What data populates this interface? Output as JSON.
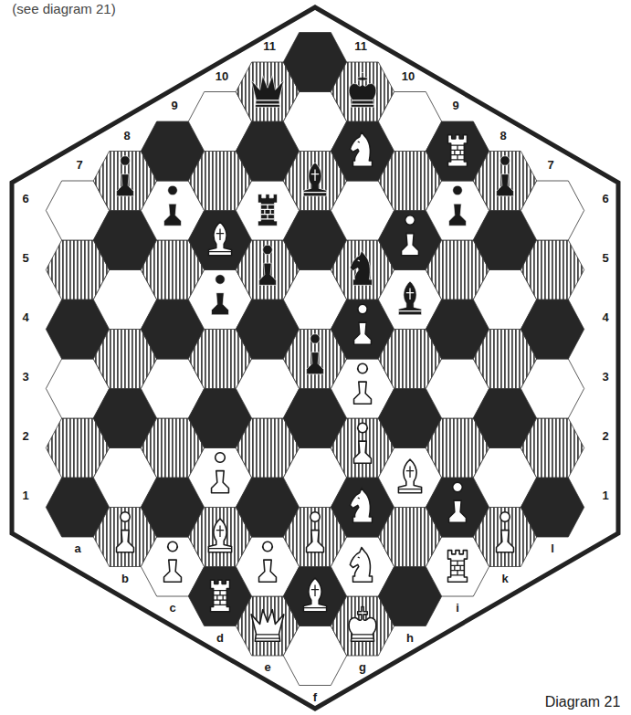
{
  "diagram": {
    "caption": "Diagram 21",
    "labels": [
      "(see diagram 21)",
      "1",
      "2",
      "3",
      "4",
      "5",
      "6",
      "7",
      "8",
      "9",
      "10",
      "11",
      "11",
      "10",
      "9",
      "8",
      "7",
      "6",
      "5",
      "4",
      "3",
      "2",
      "1",
      "a",
      "b",
      "c",
      "d",
      "e",
      "f",
      "g",
      "h",
      "i",
      "k",
      "l"
    ]
  }
}
